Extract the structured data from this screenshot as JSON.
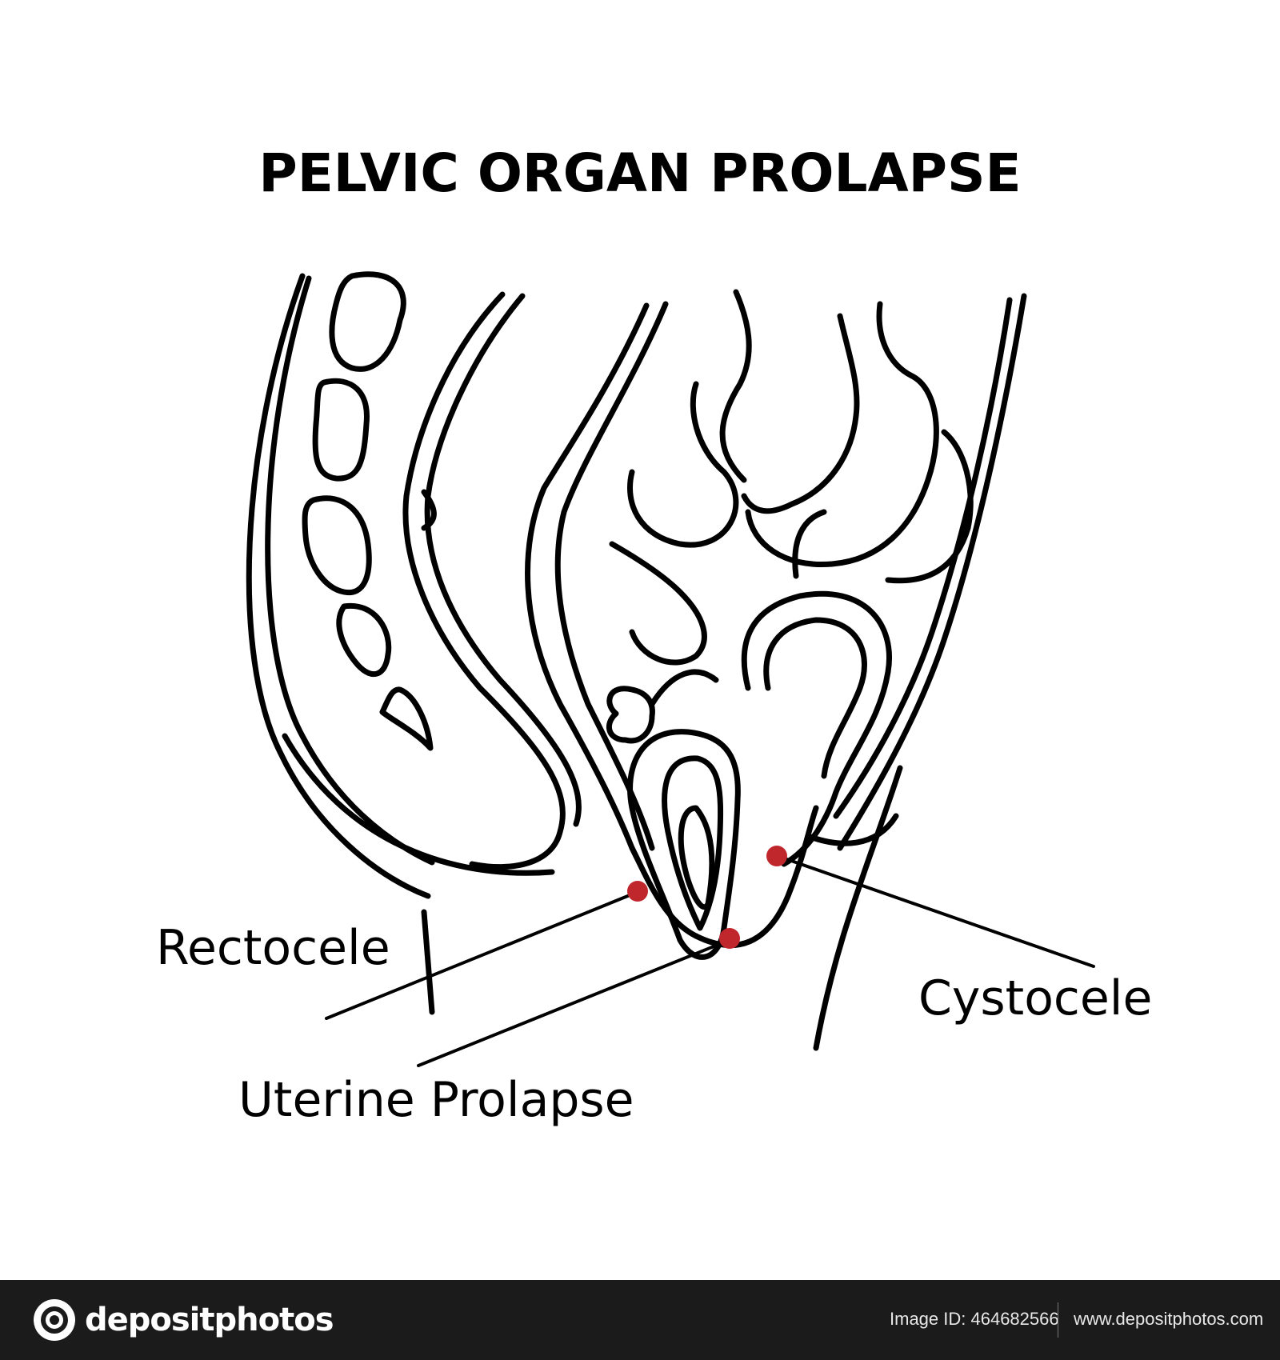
{
  "title": "PELVIC ORGAN PROLAPSE",
  "labels": {
    "rectocele": "Rectocele",
    "uterine_prolapse": "Uterine Prolapse",
    "cystocele": "Cystocele"
  },
  "colors": {
    "line": "#000000",
    "marker": "#c0272d",
    "footer_bg": "#1b1b1b"
  },
  "footer": {
    "brand": "depositphotos",
    "image_id": "Image ID: 464682566",
    "url": "www.depositphotos.com"
  }
}
